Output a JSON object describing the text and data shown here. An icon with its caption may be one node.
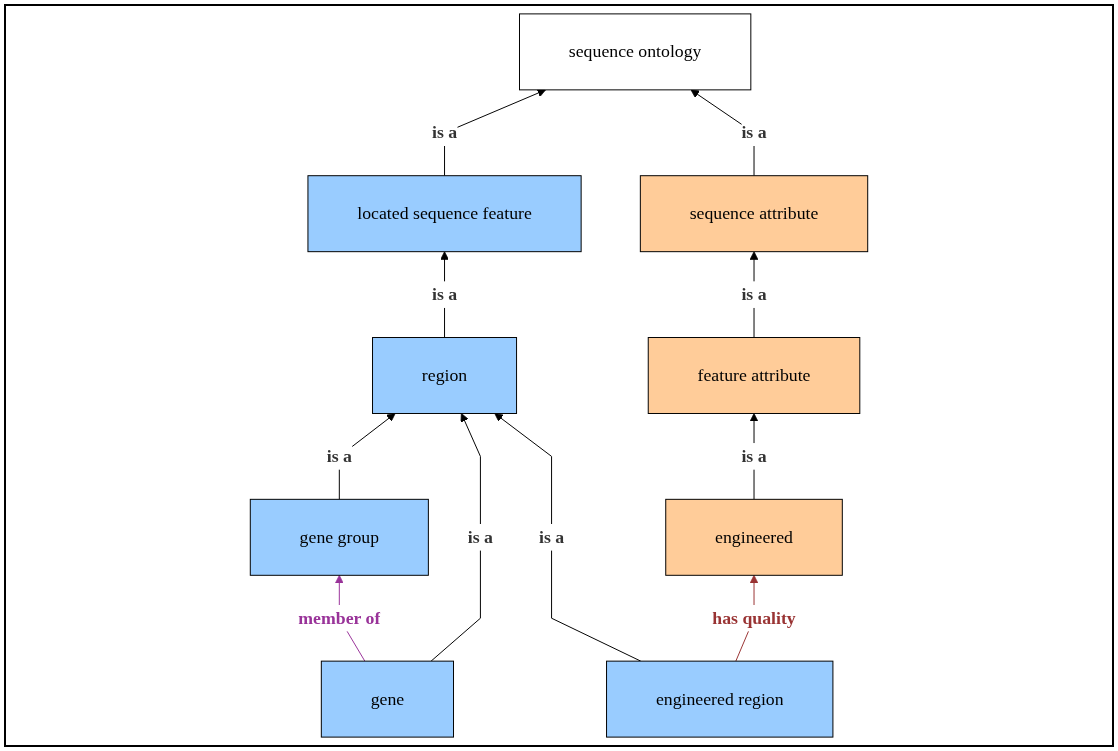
{
  "diagram": {
    "nodes": [
      {
        "text": [
          "sequence ontology"
        ]
      },
      {
        "text": [
          "located sequence feature"
        ]
      },
      {
        "text": [
          "sequence attribute"
        ]
      },
      {
        "text": [
          "region"
        ]
      },
      {
        "text": [
          "feature attribute"
        ]
      },
      {
        "text": [
          "gene group"
        ]
      },
      {
        "text": [
          "engineered"
        ]
      },
      {
        "text": [
          "gene"
        ]
      },
      {
        "text": [
          "engineered region"
        ]
      }
    ],
    "edges": [
      {
        "from": 1,
        "to": 0,
        "arrow": "to",
        "label": "is a"
      },
      {
        "from": 2,
        "to": 0,
        "arrow": "to",
        "label": "is a"
      },
      {
        "from": 3,
        "to": 1,
        "arrow": "to",
        "label": "is a"
      },
      {
        "from": 4,
        "to": 2,
        "arrow": "to",
        "label": "is a"
      },
      {
        "from": 5,
        "to": 3,
        "arrow": "to",
        "label": "is a"
      },
      {
        "from": 7,
        "to": 3,
        "arrow": "to",
        "label": "is a"
      },
      {
        "from": 8,
        "to": 3,
        "arrow": "to",
        "label": "is a"
      },
      {
        "from": 6,
        "to": 4,
        "arrow": "to",
        "label": "is a"
      },
      {
        "from": 7,
        "to": 5,
        "arrow": "to",
        "label": "member of",
        "color": "#993399"
      },
      {
        "from": 8,
        "to": 6,
        "arrow": "to",
        "label": "has quality",
        "color": "#993333"
      }
    ]
  }
}
